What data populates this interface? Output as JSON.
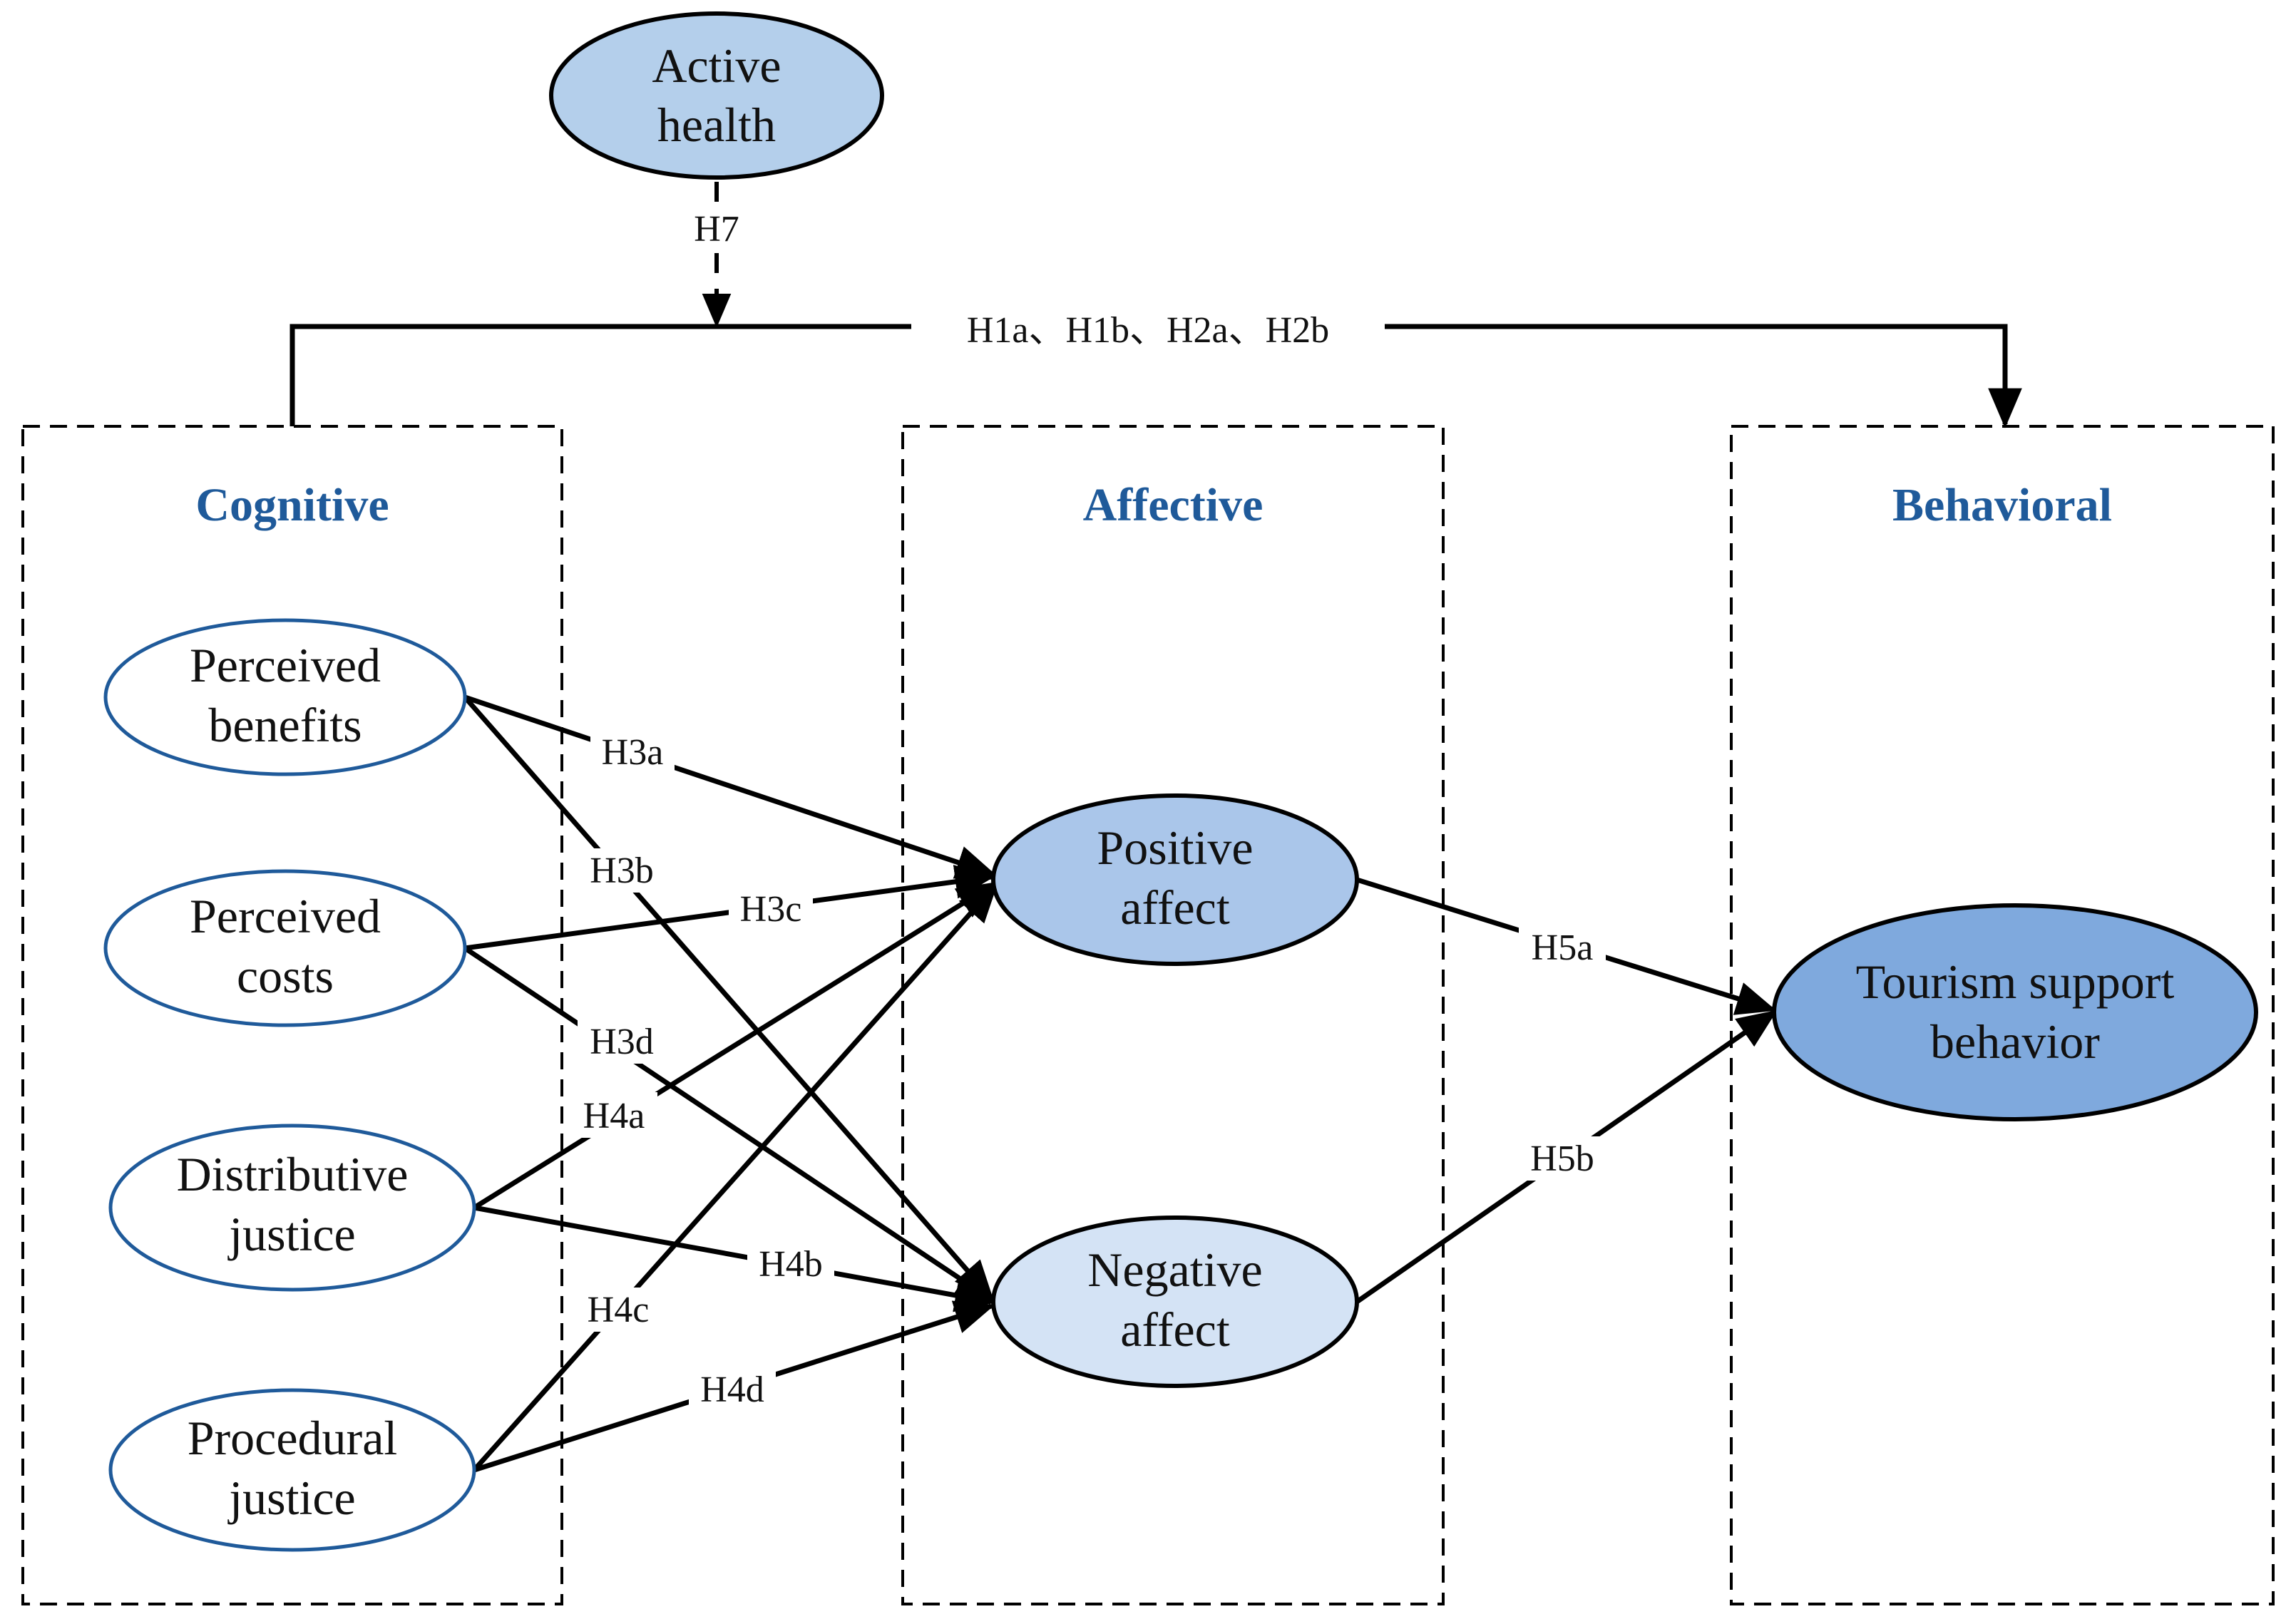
{
  "colors": {
    "category_text": "#1f5a9a",
    "node_border_blue": "#1f5a9a",
    "active_health_fill": "#b4cfeb",
    "positive_affect_fill": "#aac6ea",
    "negative_affect_fill": "#d4e3f5",
    "tourism_support_fill": "#7fa9dd",
    "line": "#000000"
  },
  "categories": {
    "cognitive": "Cognitive",
    "affective": "Affective",
    "behavioral": "Behavioral"
  },
  "nodes": {
    "active_health": [
      "Active",
      "health"
    ],
    "perceived_benefits": [
      "Perceived",
      "benefits"
    ],
    "perceived_costs": [
      "Perceived",
      "costs"
    ],
    "distributive_justice": [
      "Distributive",
      "justice"
    ],
    "procedural_justice": [
      "Procedural",
      "justice"
    ],
    "positive_affect": [
      "Positive",
      "affect"
    ],
    "negative_affect": [
      "Negative",
      "affect"
    ],
    "tourism_support": [
      "Tourism support",
      "behavior"
    ]
  },
  "hypotheses": {
    "h7": "H7",
    "h1_h2": "H1a、H1b、H2a、H2b",
    "h3a": "H3a",
    "h3b": "H3b",
    "h3c": "H3c",
    "h3d": "H3d",
    "h4a": "H4a",
    "h4b": "H4b",
    "h4c": "H4c",
    "h4d": "H4d",
    "h5a": "H5a",
    "h5b": "H5b"
  }
}
